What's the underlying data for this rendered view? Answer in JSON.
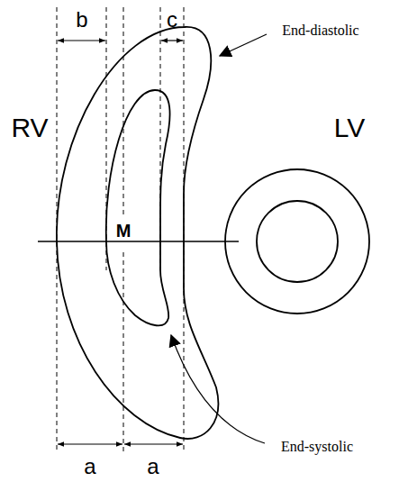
{
  "diagram": {
    "labels": [
      "b",
      "c",
      "End-diastolic",
      "RV",
      "LV",
      "M",
      "End-systolic",
      "a",
      "a"
    ]
  }
}
